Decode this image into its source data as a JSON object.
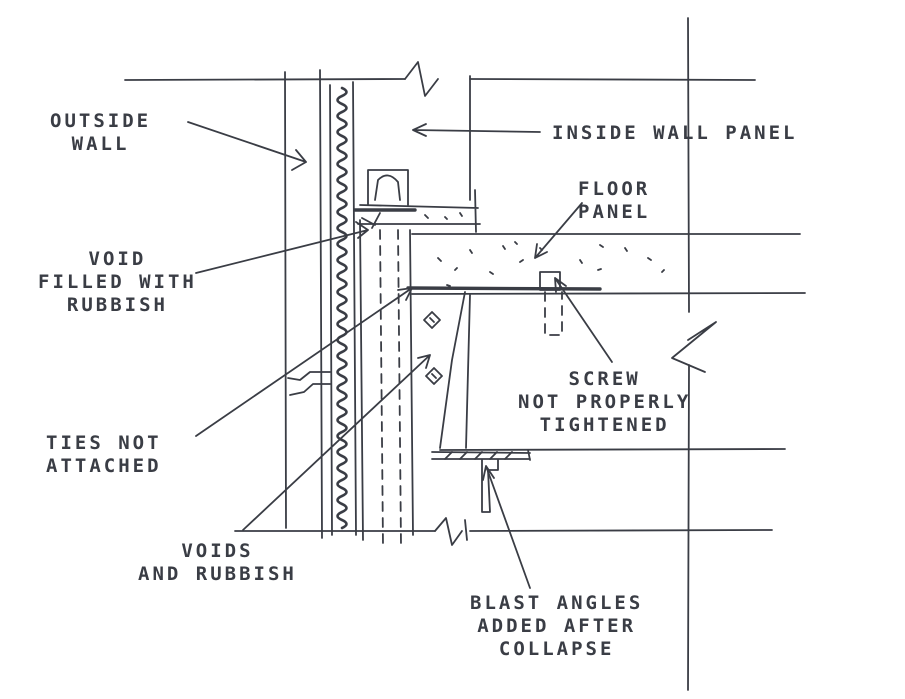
{
  "labels": {
    "outside_wall": [
      "OUTSIDE",
      "WALL"
    ],
    "inside_wall_panel": "INSIDE WALL PANEL",
    "floor_panel": [
      "FLOOR",
      "PANEL"
    ],
    "void_rubbish": [
      "VOID",
      "FILLED WITH",
      "RUBBISH"
    ],
    "screw": [
      "SCREW",
      "NOT PROPERLY",
      "TIGHTENED"
    ],
    "ties": [
      "TIES NOT",
      "ATTACHED"
    ],
    "voids": [
      "VOIDS",
      "AND RUBBISH"
    ],
    "blast": [
      "BLAST ANGLES",
      "ADDED AFTER",
      "COLLAPSE"
    ]
  },
  "colors": {
    "ink": "#3a3d45",
    "background": "#ffffff"
  }
}
